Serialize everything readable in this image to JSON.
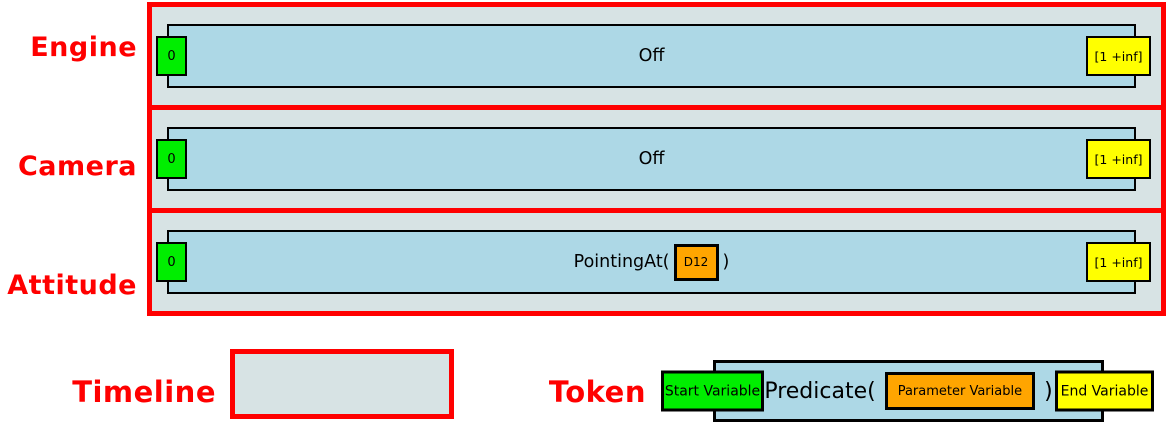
{
  "timelines": [
    {
      "label": "Engine",
      "start_time": "0",
      "predicate": "Off",
      "end_interval": "[1 +inf]"
    },
    {
      "label": "Camera",
      "start_time": "0",
      "predicate": "Off",
      "end_interval": "[1 +inf]"
    },
    {
      "label": "Attitude",
      "start_time": "0",
      "predicate_prefix": "PointingAt(",
      "parameter": "D12",
      "predicate_suffix": ")",
      "end_interval": "[1 +inf]"
    }
  ],
  "legend": {
    "timeline_label": "Timeline",
    "token_label": "Token",
    "token": {
      "start_variable": "Start Variable",
      "predicate_prefix": "Predicate(",
      "parameter_variable": "Parameter Variable",
      "predicate_suffix": ")",
      "end_variable": "End Variable"
    }
  },
  "colors": {
    "label_red": "#ff0000",
    "row_background": "#d7e3e4",
    "token_blue": "#add8e6",
    "start_green": "#00ee00",
    "end_yellow": "#ffff00",
    "parameter_orange": "#ffa500",
    "border_black": "#000000"
  }
}
